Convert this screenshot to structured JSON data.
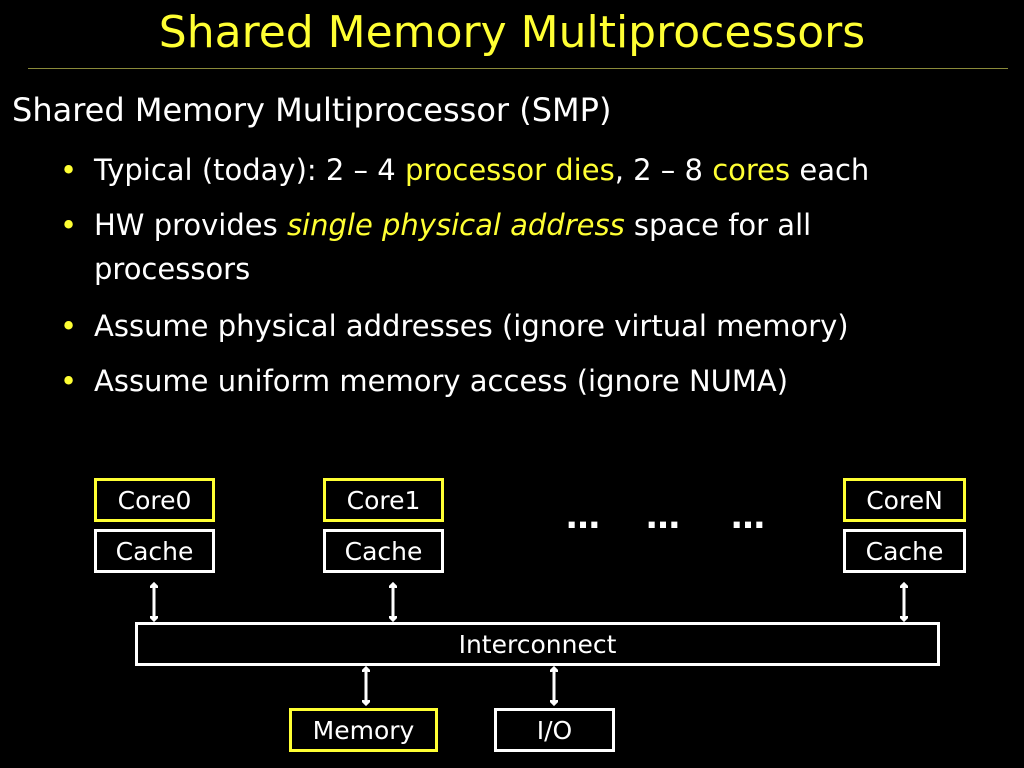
{
  "slide": {
    "title": "Shared Memory Multiprocessors",
    "heading": "Shared Memory Multiprocessor (SMP)",
    "bullet1": {
      "t1": "Typical (today): 2 – 4 ",
      "h1": "processor dies",
      "t2": ", 2 – 8 ",
      "h2": "cores",
      "t3": " each"
    },
    "bullet2": {
      "t1": "HW provides ",
      "h1": "single physical address",
      "t2": " space for all processors"
    },
    "bullet3": "Assume physical addresses (ignore virtual memory)",
    "bullet4": "Assume uniform memory access (ignore NUMA)"
  },
  "diagram": {
    "core0": "Core0",
    "core1": "Core1",
    "coreN": "CoreN",
    "cache": "Cache",
    "ellipsis": "…",
    "interconnect": "Interconnect",
    "memory": "Memory",
    "io": "I/O"
  },
  "colors": {
    "background": "#000000",
    "accent": "#ffff33",
    "text": "#ffffff"
  }
}
